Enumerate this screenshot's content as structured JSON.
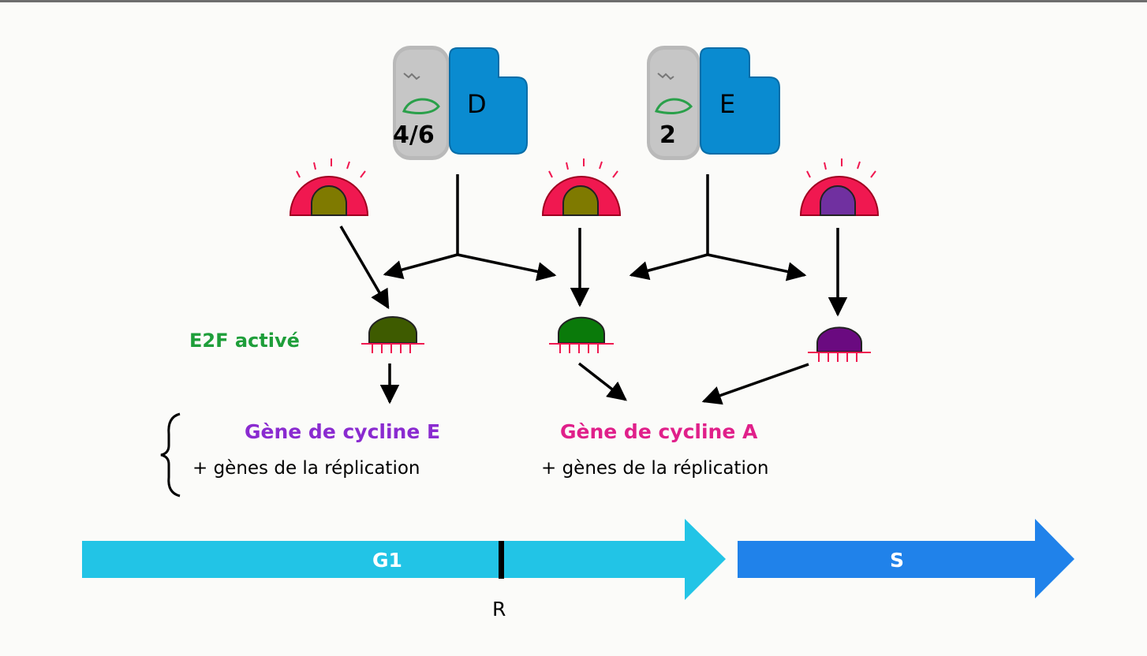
{
  "complexes": {
    "cdk46": "4/6",
    "cyclin_d": "D",
    "cdk2": "2",
    "cyclin_e": "E"
  },
  "e2f_label": "E2F activé",
  "genes": {
    "cyclin_e": "Gène de cycline E",
    "cyclin_e_extra": "+ gènes de la réplication",
    "cyclin_a": "Gène de cycline A",
    "cyclin_a_extra": "+ gènes de la réplication"
  },
  "phases": {
    "g1": "G1",
    "s": "S",
    "restriction_point": "R"
  },
  "colors": {
    "cdk": "#b8b8b8",
    "cyclin": "#0a8bd0",
    "rb": "#f01850",
    "e2f_olive": "#7f7a00",
    "e2f_purple": "#7030a0",
    "active_dark": "#3e5b00",
    "active_green": "#0a7a0a",
    "active_purple": "#6a0a80",
    "g1_arrow": "#22c4e6",
    "s_arrow": "#2082ea",
    "label_green": "#1e9e3a",
    "label_purple": "#8a2bd0",
    "label_magenta": "#e0208a"
  }
}
